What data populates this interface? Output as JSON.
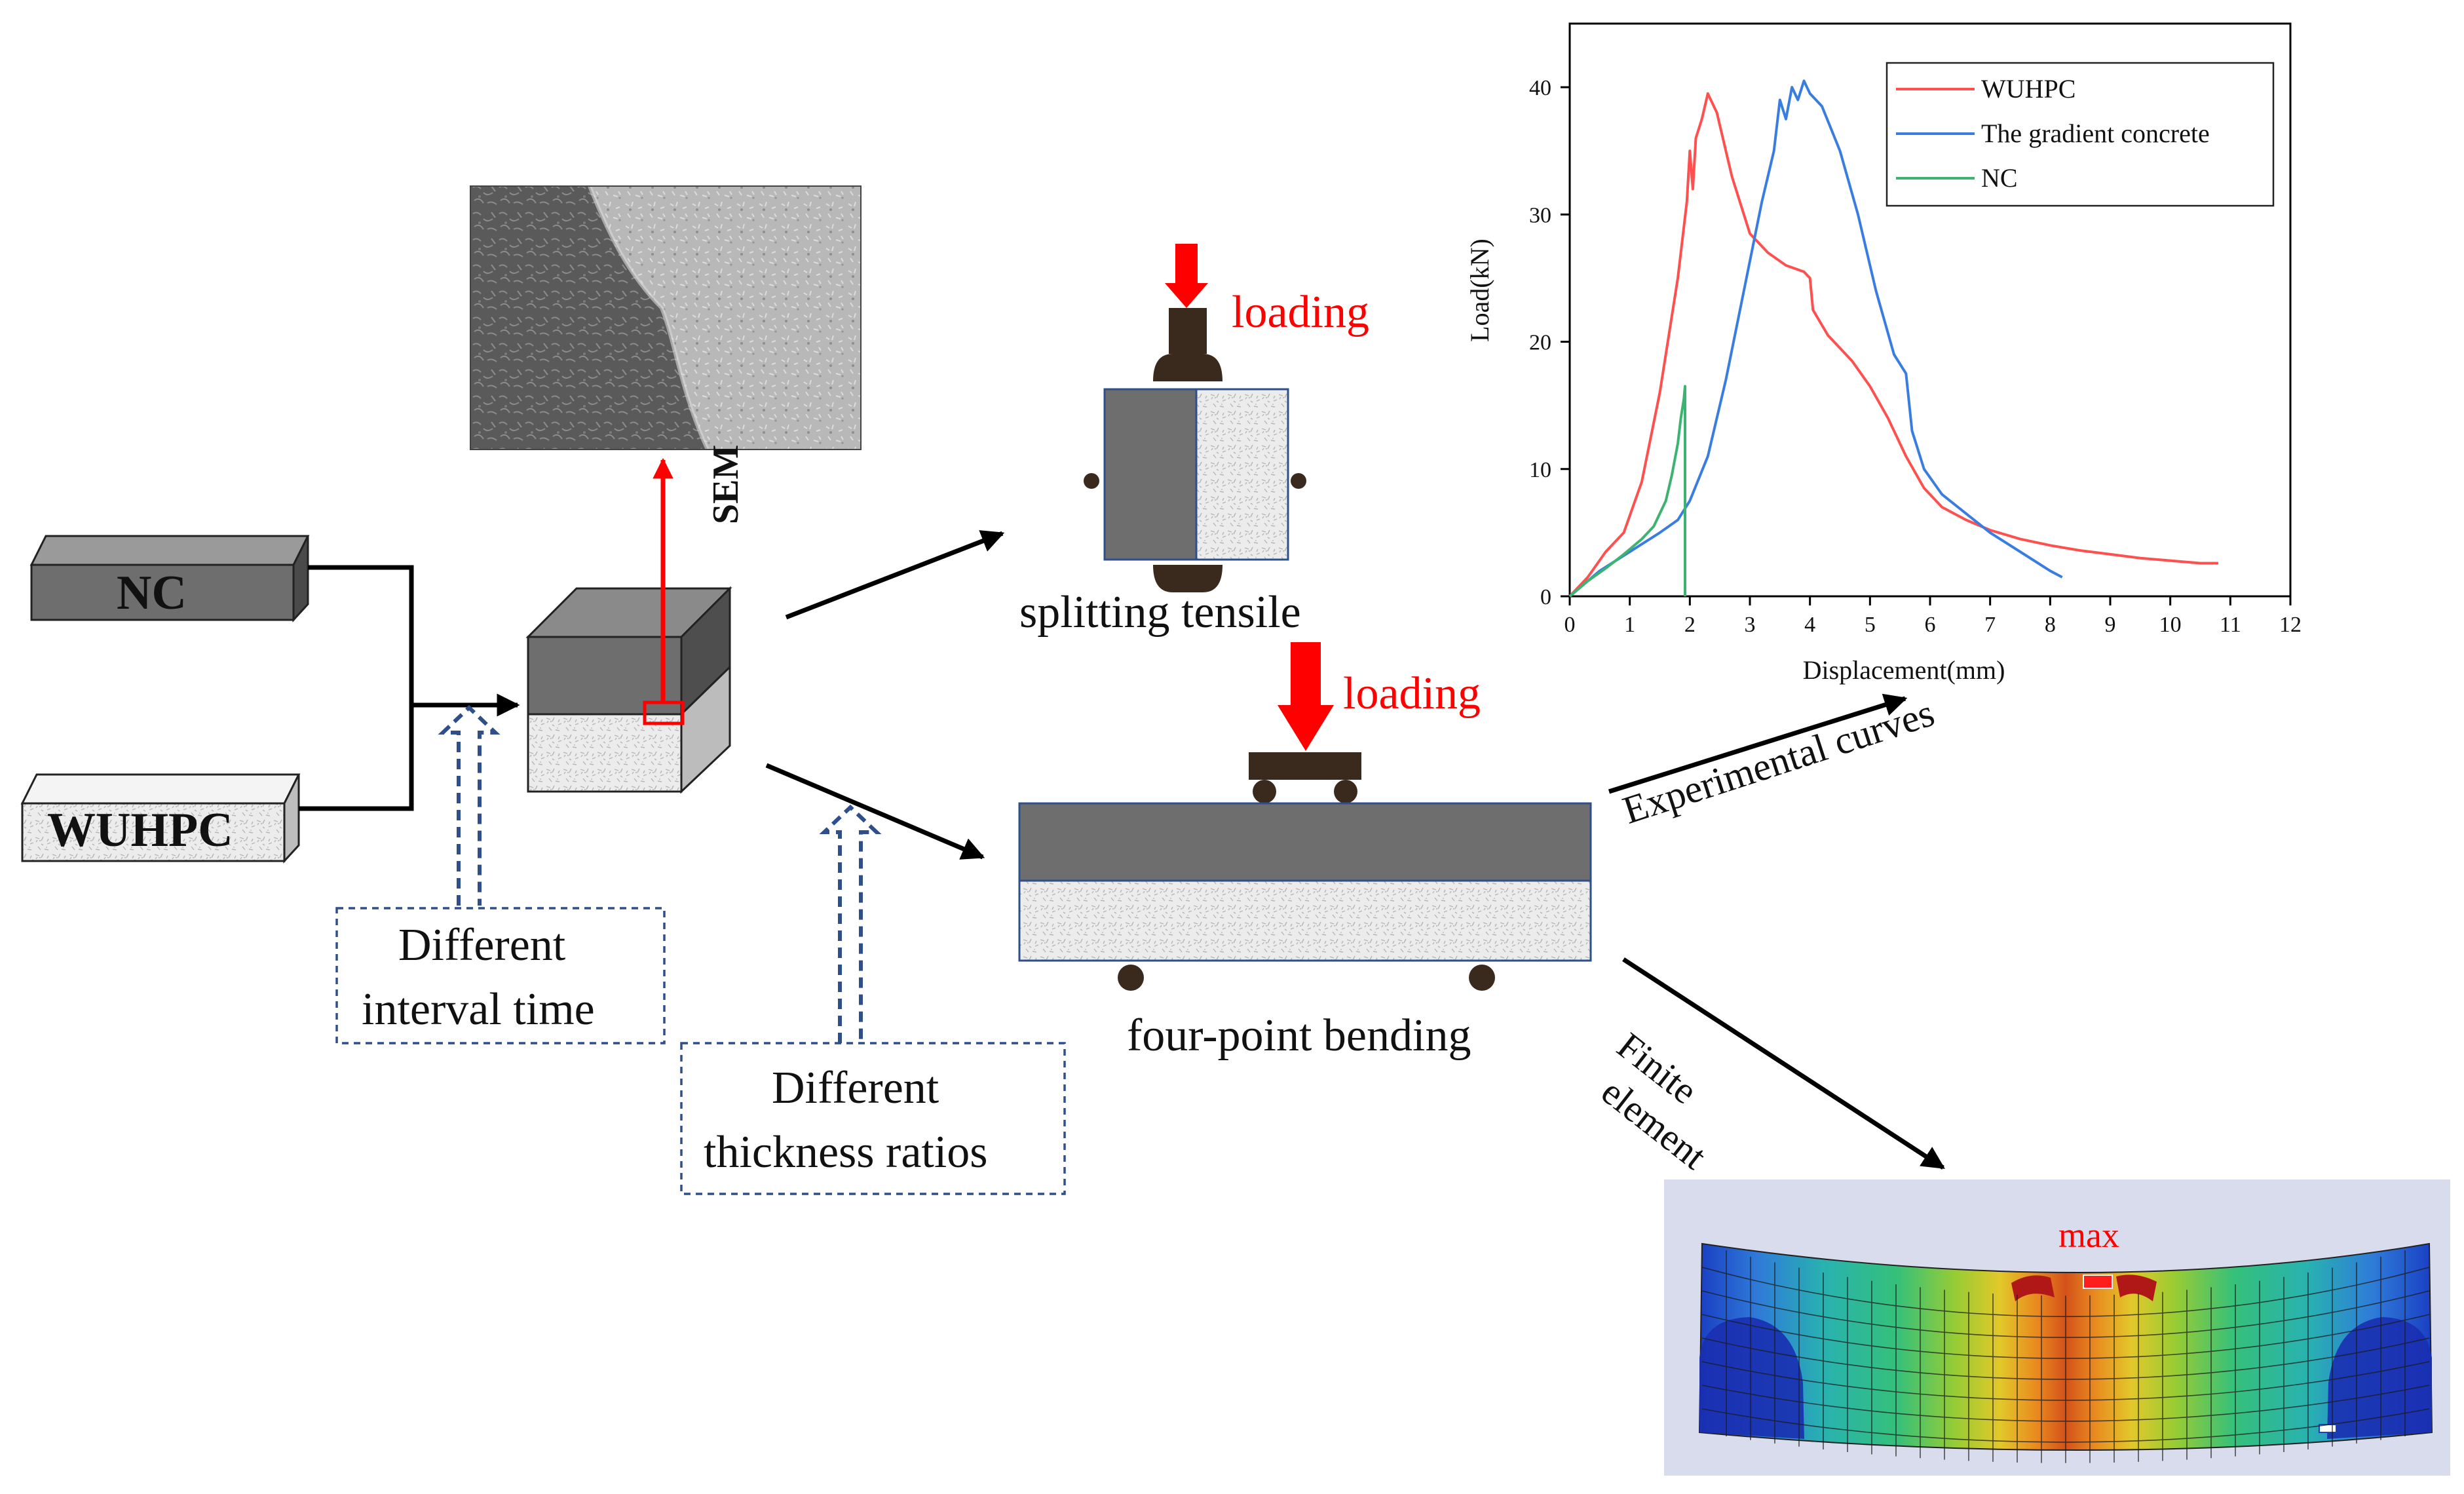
{
  "materials": {
    "nc": "NC",
    "wuhpc": "WUHPC"
  },
  "process": {
    "sem": "SEM",
    "different_interval_time_1": "Different",
    "different_interval_time_2": "interval time",
    "different_thickness_1": "Different",
    "different_thickness_2": "thickness ratios"
  },
  "tests": {
    "splitting_label": "splitting  tensile",
    "bending_label": "four-point bending",
    "loading_1": "loading",
    "loading_2": "loading",
    "experimental_curves": "Experimental  curves",
    "finite_1": "Finite",
    "finite_2": "element",
    "fe_max": "max"
  },
  "colors": {
    "wuhpc": "#ff5050",
    "gradient": "#3a7de0",
    "nc": "#3cb371",
    "nc_block": "#6e6e6e",
    "load_red": "#ff0000",
    "roller": "#3a2a1e"
  },
  "chart_data": {
    "type": "line",
    "xlabel": "Displacement(mm)",
    "ylabel": "Load(kN)",
    "xlim": [
      0,
      12
    ],
    "ylim": [
      0,
      45
    ],
    "xticks": [
      0,
      1,
      2,
      3,
      4,
      5,
      6,
      7,
      8,
      9,
      10,
      11,
      12
    ],
    "yticks": [
      0,
      10,
      20,
      30,
      40
    ],
    "grid": false,
    "legend_position": "top-right",
    "series": [
      {
        "name": "WUHPC",
        "color": "#ff5050",
        "x": [
          0,
          0.3,
          0.6,
          0.9,
          1.2,
          1.5,
          1.8,
          1.95,
          2.0,
          2.05,
          2.1,
          2.2,
          2.3,
          2.45,
          2.7,
          3.0,
          3.3,
          3.6,
          3.9,
          4.0,
          4.05,
          4.3,
          4.7,
          5.0,
          5.3,
          5.6,
          5.9,
          6.2,
          6.6,
          7.0,
          7.5,
          8.0,
          8.5,
          9.0,
          9.5,
          10.0,
          10.5,
          10.8
        ],
        "y": [
          0,
          1.5,
          3.5,
          5,
          9,
          16,
          25,
          31,
          35,
          32,
          36,
          37.5,
          39.5,
          38,
          33,
          28.5,
          27,
          26,
          25.5,
          25,
          22.5,
          20.5,
          18.5,
          16.5,
          14,
          11,
          8.5,
          7,
          6,
          5.2,
          4.5,
          4,
          3.6,
          3.3,
          3,
          2.8,
          2.6,
          2.6
        ]
      },
      {
        "name": "The gradient concrete",
        "color": "#3a7de0",
        "x": [
          0,
          0.5,
          1.0,
          1.5,
          1.8,
          2.0,
          2.3,
          2.6,
          2.9,
          3.2,
          3.4,
          3.5,
          3.6,
          3.7,
          3.8,
          3.9,
          4.0,
          4.2,
          4.5,
          4.8,
          5.1,
          5.4,
          5.6,
          5.7,
          5.9,
          6.2,
          6.6,
          7.0,
          7.5,
          8.0,
          8.2
        ],
        "y": [
          0,
          2,
          3.5,
          5,
          6,
          7.5,
          11,
          17,
          24,
          31,
          35,
          39,
          37.5,
          40,
          39,
          40.5,
          39.5,
          38.5,
          35,
          30,
          24,
          19,
          17.5,
          13,
          10,
          8,
          6.5,
          5,
          3.5,
          2,
          1.5
        ]
      },
      {
        "name": "NC",
        "color": "#3cb371",
        "x": [
          0,
          0.3,
          0.6,
          0.9,
          1.2,
          1.4,
          1.6,
          1.7,
          1.8,
          1.85,
          1.9,
          1.92,
          1.92
        ],
        "y": [
          0,
          1.2,
          2.2,
          3.3,
          4.5,
          5.5,
          7.5,
          9.5,
          12,
          14,
          15.5,
          16.5,
          0
        ]
      }
    ]
  }
}
